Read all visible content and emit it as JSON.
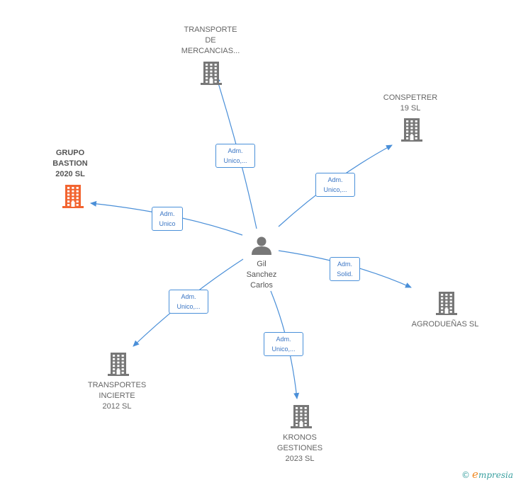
{
  "center": {
    "name": "Gil\nSanchez\nCarlos",
    "icon": "person-icon"
  },
  "companies": [
    {
      "id": "transporte-mercancias",
      "name": "TRANSPORTE\nDE\nMERCANCIAS...",
      "highlight": false,
      "relation": "Adm.\nUnico,..."
    },
    {
      "id": "conspetrer",
      "name": "CONSPETRER\n19  SL",
      "highlight": false,
      "relation": "Adm.\nUnico,..."
    },
    {
      "id": "grupo-bastion",
      "name": "GRUPO\nBASTION\n2020  SL",
      "highlight": true,
      "relation": "Adm.\nUnico"
    },
    {
      "id": "agroduenas",
      "name": "AGRODUEÑAS SL",
      "highlight": false,
      "relation": "Adm.\nSolid."
    },
    {
      "id": "transportes-incierte",
      "name": "TRANSPORTES\nINCIERTE\n2012 SL",
      "highlight": false,
      "relation": "Adm.\nUnico,..."
    },
    {
      "id": "kronos",
      "name": "KRONOS\nGESTIONES\n2023  SL",
      "highlight": false,
      "relation": "Adm.\nUnico,..."
    }
  ],
  "colors": {
    "edge": "#4a8fd8",
    "building": "#777777",
    "highlight_building": "#f26430"
  },
  "brand": {
    "copyright": "©",
    "name": "mpresia",
    "initial": "e"
  }
}
